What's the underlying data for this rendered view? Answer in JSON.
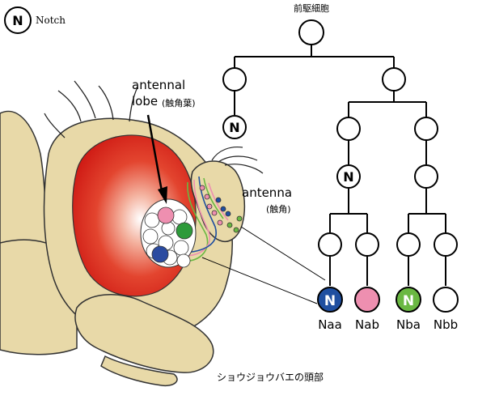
{
  "legend": {
    "symbol": "N",
    "label": "Notch"
  },
  "tree": {
    "root_label": "前駆細胞",
    "leaves": [
      {
        "symbol": "N",
        "label": "Naa",
        "color": "#1f4fa0"
      },
      {
        "symbol": "",
        "label": "Nab",
        "color": "#ee8fb0"
      },
      {
        "symbol": "N",
        "label": "Nba",
        "color": "#6ab842"
      },
      {
        "symbol": "",
        "label": "Nbb",
        "color": "#ffffff"
      }
    ]
  },
  "head": {
    "antennal_lobe_line1": "antennal",
    "antennal_lobe_line2": "lobe",
    "antennal_lobe_jp": "(触角葉)",
    "antenna_label": "antenna",
    "antenna_jp": "(触角)",
    "caption": "ショウジョウバエの頭部"
  },
  "colors": {
    "notch_blue": "#1f4fa0",
    "notch_green": "#6ab842",
    "pink": "#ee8fb0",
    "fly_body": "#e8d9a8",
    "eye_red": "#d8201e"
  }
}
